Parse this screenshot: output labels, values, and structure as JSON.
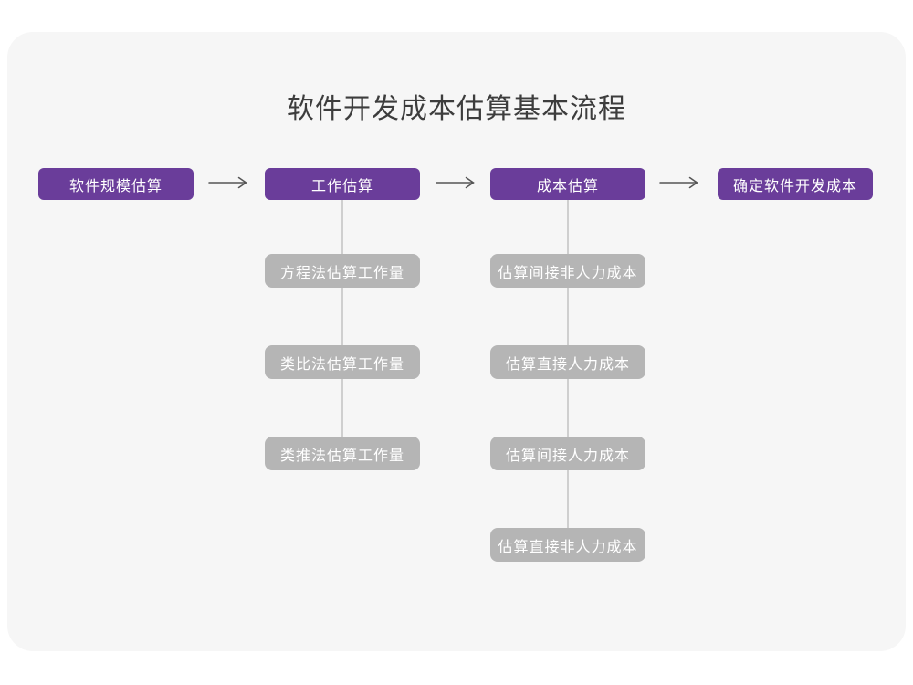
{
  "title": "软件开发成本估算基本流程",
  "colors": {
    "primary_box": "#6a3d9a",
    "secondary_box": "#b5b5b5",
    "connector_line": "#cfcfcf",
    "arrow": "#555555",
    "card_background": "#f6f6f6",
    "page_background": "#ffffff",
    "title_text": "#3d3d3d",
    "box_text": "#ffffff"
  },
  "flow": {
    "main_steps": [
      {
        "label": "软件规模估算"
      },
      {
        "label": "工作估算"
      },
      {
        "label": "成本估算"
      },
      {
        "label": "确定软件开发成本"
      }
    ],
    "work_estimation_methods": [
      {
        "label": "方程法估算工作量"
      },
      {
        "label": "类比法估算工作量"
      },
      {
        "label": "类推法估算工作量"
      }
    ],
    "cost_estimation_steps": [
      {
        "label": "估算间接非人力成本"
      },
      {
        "label": "估算直接人力成本"
      },
      {
        "label": "估算间接人力成本"
      },
      {
        "label": "估算直接非人力成本"
      }
    ]
  }
}
